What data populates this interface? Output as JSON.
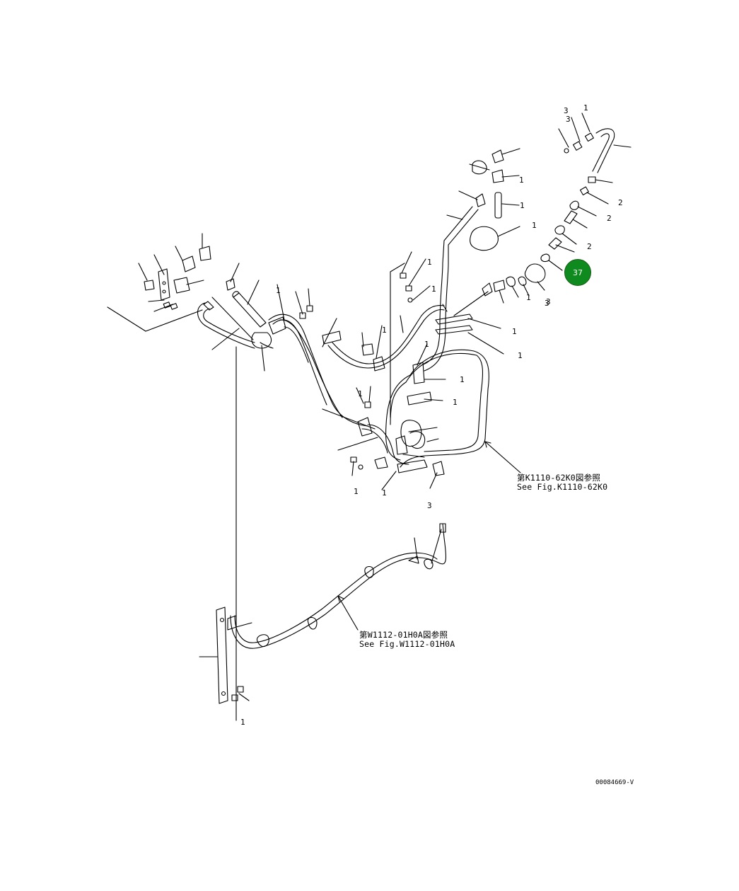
{
  "diagram": {
    "references": [
      {
        "jp": "第K1110-62K0図参照",
        "en": "See Fig.K1110-62K0"
      },
      {
        "jp": "第W1112-01H0A図参照",
        "en": "See Fig.W1112-01H0A"
      }
    ],
    "figure_id": "00084669-V",
    "part_numbers": [
      "3",
      "3",
      "1",
      "2",
      "2",
      "2",
      "1",
      "1",
      "1",
      "1",
      "3",
      "3",
      "1",
      "1",
      "1",
      "1",
      "1",
      "1",
      "1",
      "1",
      "1",
      "1",
      "1",
      "3",
      "1",
      "1"
    ],
    "callout": {
      "label": "37",
      "color": "#0f8a1e"
    }
  }
}
